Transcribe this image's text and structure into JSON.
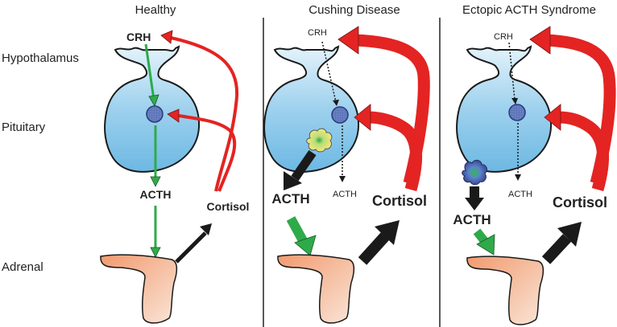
{
  "row_labels": {
    "hypothalamus": "Hypothalamus",
    "pituitary": "Pituitary",
    "adrenal": "Adrenal"
  },
  "panels": [
    {
      "title": "Healthy",
      "crh": "CRH",
      "acth": "ACTH",
      "cortisol": "Cortisol"
    },
    {
      "title": "Cushing Disease",
      "crh": "CRH",
      "acth_pituitary": "ACTH",
      "acth": "ACTH",
      "cortisol": "Cortisol"
    },
    {
      "title": "Ectopic ACTH Syndrome",
      "crh": "CRH",
      "acth_pituitary": "ACTH",
      "acth": "ACTH",
      "cortisol": "Cortisol"
    }
  ],
  "colors": {
    "gland_fill": "#8fcbea",
    "gland_stroke": "#1a1a1a",
    "adrenal_fill": "#f2a984",
    "green_arrow": "#2faa4a",
    "red_arrow": "#e32422",
    "black_arrow": "#1a1a1a",
    "nucleus": "#5a74b8",
    "tumor_yellow": "#e8e06a",
    "tumor_blue": "#4a5aa8"
  }
}
